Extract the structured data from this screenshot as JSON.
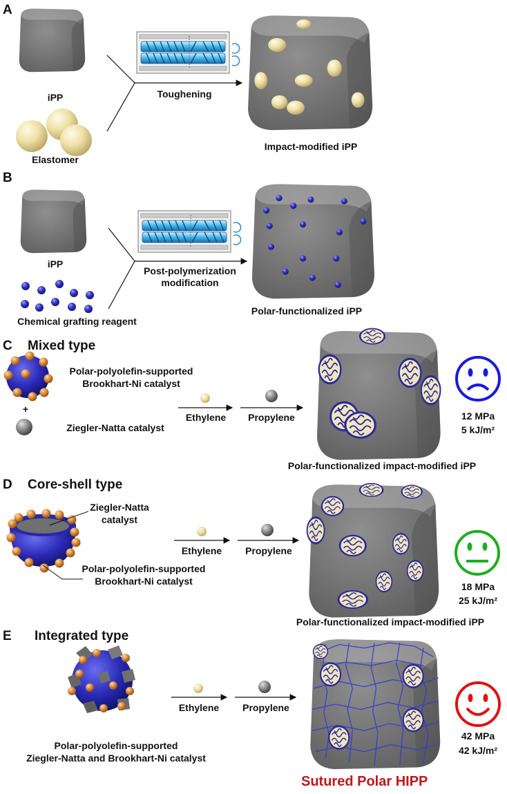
{
  "panel_a": {
    "letter": "A",
    "ipp_label": "iPP",
    "elastomer_label": "Elastomer",
    "process_label": "Toughening",
    "product_label": "Impact-modified iPP"
  },
  "panel_b": {
    "letter": "B",
    "ipp_label": "iPP",
    "reagent_label": "Chemical grafting reagent",
    "process_label_1": "Post-polymerization",
    "process_label_2": "modification",
    "product_label": "Polar-functionalized iPP"
  },
  "panel_c": {
    "letter": "C",
    "title": "Mixed type",
    "catalyst_label_1": "Polar-polyolefin-supported",
    "catalyst_label_2": "Brookhart-Ni catalyst",
    "plus": "+",
    "zn_label": "Ziegler-Natta catalyst",
    "step1": "Ethylene",
    "step2": "Propylene",
    "product_label": "Polar-functionalized impact-modified iPP",
    "tensile": "12 MPa",
    "impact": "5 kJ/m²",
    "face_color": "#1a1adb"
  },
  "panel_d": {
    "letter": "D",
    "title": "Core-shell type",
    "core_label_1": "Ziegler-Natta",
    "core_label_2": "catalyst",
    "shell_label_1": "Polar-polyolefin-supported",
    "shell_label_2": "Brookhart-Ni catalyst",
    "step1": "Ethylene",
    "step2": "Propylene",
    "product_label": "Polar-functionalized impact-modified iPP",
    "tensile": "18 MPa",
    "impact": "25 kJ/m²",
    "face_color": "#1fae1f"
  },
  "panel_e": {
    "letter": "E",
    "title": "Integrated type",
    "catalyst_label_1": "Polar-polyolefin-supported",
    "catalyst_label_2": "Ziegler-Natta and Brookhart-Ni catalyst",
    "step1": "Ethylene",
    "step2": "Propylene",
    "product_label": "Sutured Polar HIPP",
    "tensile": "42 MPa",
    "impact": "42 kJ/m²",
    "face_color": "#dd1414"
  }
}
